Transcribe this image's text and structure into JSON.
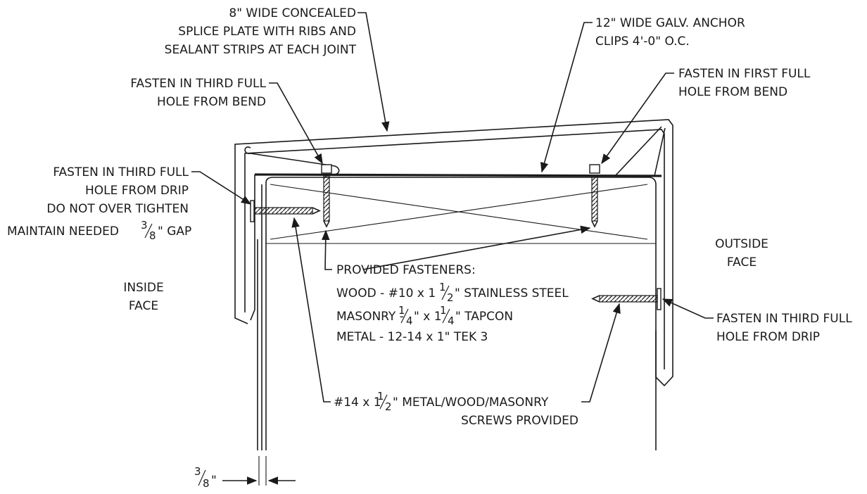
{
  "labels": {
    "splice_plate": [
      "8\" WIDE CONCEALED",
      "SPLICE PLATE WITH RIBS AND",
      "SEALANT STRIPS AT EACH JOINT"
    ],
    "anchor_clips": [
      "12\" WIDE GALV. ANCHOR",
      "CLIPS 4'-0\" O.C."
    ],
    "fasten_third_bend": [
      "FASTEN IN THIRD FULL",
      "HOLE FROM BEND"
    ],
    "fasten_first_bend": [
      "FASTEN IN FIRST FULL",
      "HOLE FROM BEND"
    ],
    "fasten_third_drip_left": [
      "FASTEN IN THIRD FULL",
      "HOLE FROM DRIP",
      "DO NOT OVER TIGHTEN"
    ],
    "gap_note": {
      "prefix": "MAINTAIN NEEDED ",
      "num": "3",
      "den": "8",
      "suffix": "\" GAP"
    },
    "outside_face": [
      "OUTSIDE",
      "FACE"
    ],
    "inside_face": [
      "INSIDE",
      "FACE"
    ],
    "provided_fasteners": "PROVIDED FASTENERS:",
    "wood": {
      "prefix": "WOOD - #10 x 1",
      "num": "1",
      "den": "2",
      "suffix": "\" STAINLESS STEEL"
    },
    "masonry": {
      "prefix": "MASONRY - ",
      "num1": "1",
      "den1": "4",
      "mid": "\" x 1",
      "num2": "1",
      "den2": "4",
      "suffix": "\" TAPCON"
    },
    "metal": "METAL - 12-14 x 1\" TEK 3",
    "fasten_third_drip_right": [
      "FASTEN IN THIRD FULL",
      "HOLE FROM DRIP"
    ],
    "screws": {
      "prefix": "#14 x 1",
      "num": "1",
      "den": "2",
      "suffix": "\" METAL/WOOD/MASONRY"
    },
    "screws_provided": "SCREWS PROVIDED",
    "dimension": {
      "num": "3",
      "den": "8",
      "suffix": "\""
    }
  }
}
